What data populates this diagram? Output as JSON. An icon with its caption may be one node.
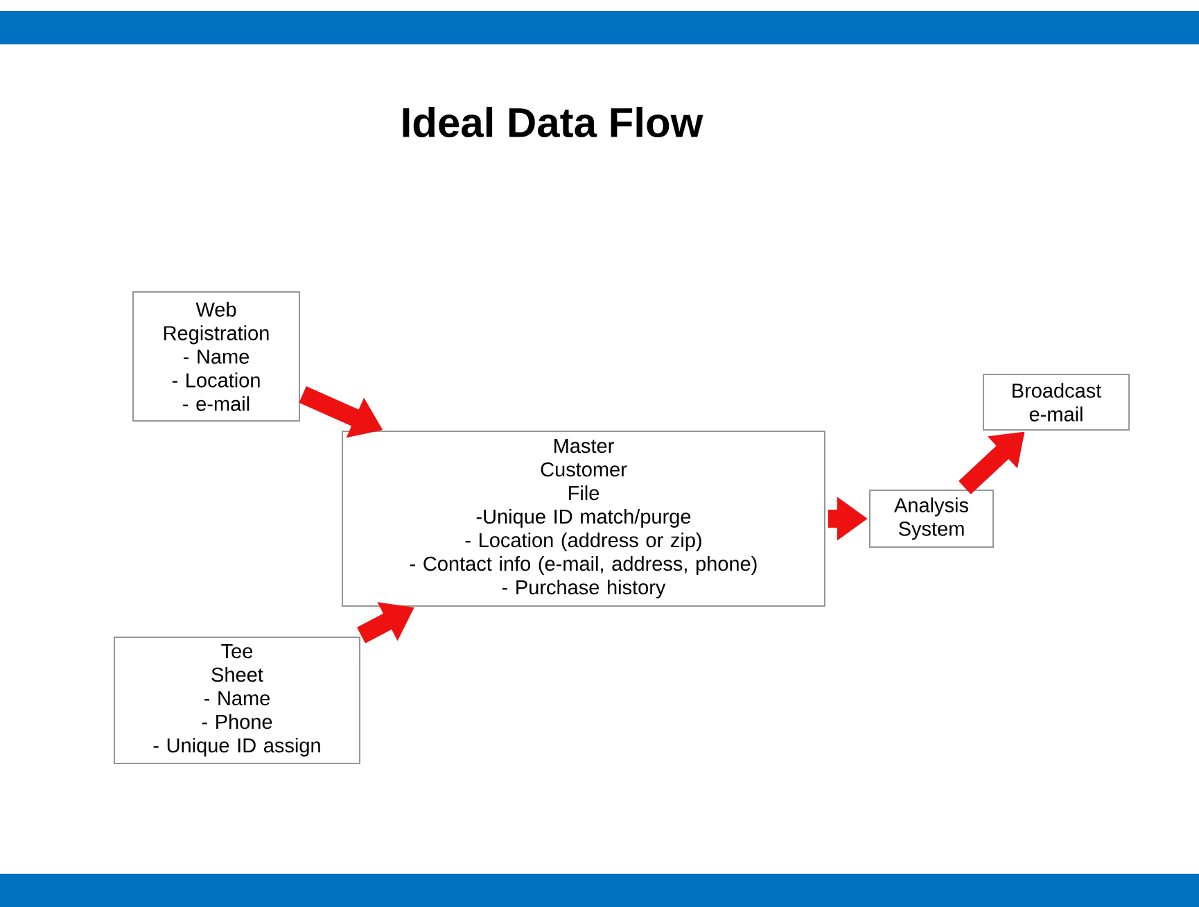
{
  "diagram": {
    "title": "Ideal Data Flow",
    "nodes": [
      {
        "text": [
          "Web Registration",
          "- Name",
          "- Location",
          "- e-mail"
        ]
      },
      {
        "text": [
          "Tee Sheet",
          "- Name",
          "- Phone",
          "- Unique ID assign"
        ]
      },
      {
        "text": [
          "Master Customer File",
          "-Unique ID match/purge",
          "- Location (address or zip)",
          "- Contact info (e-mail, address, phone)",
          "- Purchase history"
        ]
      },
      {
        "text": [
          "Analysis System"
        ]
      },
      {
        "text": [
          "Broadcast e-mail"
        ]
      }
    ],
    "edges": [
      {
        "from": 0,
        "to": 2,
        "arrow": "to"
      },
      {
        "from": 1,
        "to": 2,
        "arrow": "to"
      },
      {
        "from": 2,
        "to": 3,
        "arrow": "to"
      },
      {
        "from": 3,
        "to": 4,
        "arrow": "to"
      }
    ]
  }
}
